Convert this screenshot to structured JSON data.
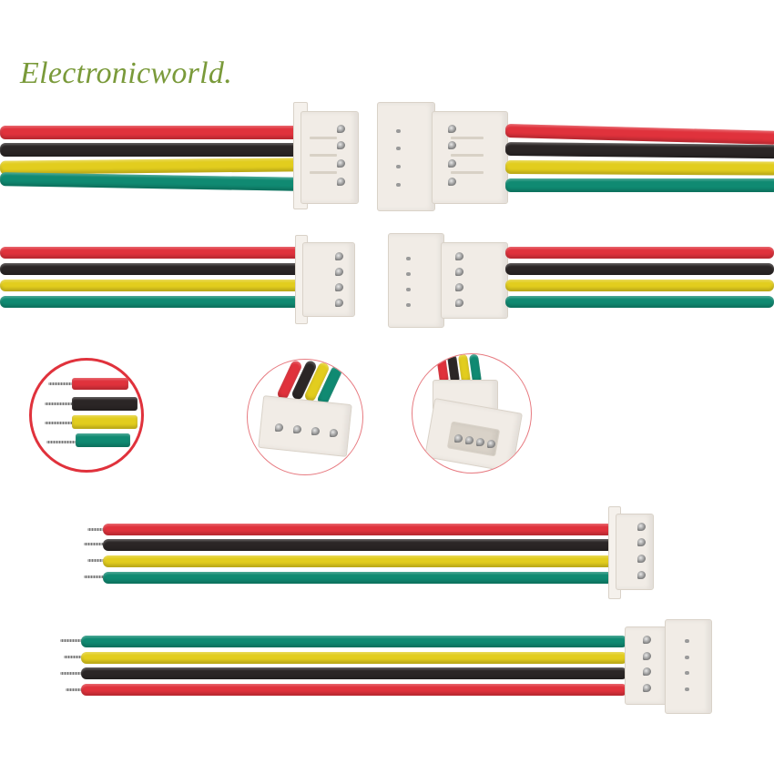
{
  "watermark": {
    "text": "Electronicworld."
  },
  "product": {
    "description": "4-pin micro JST-style wire connector cables (male and female) with red, black, yellow and green wires",
    "pin_count": 4,
    "wire_colors": {
      "red": "#e0323c",
      "black": "#2b2626",
      "yellow": "#e2cd1e",
      "green": "#108a72"
    },
    "housing_color": "#f1ece6",
    "accent_circle_color": "#e0323c"
  },
  "views": [
    {
      "id": "row1",
      "label": "mated pair large"
    },
    {
      "id": "row2",
      "label": "mated pair small"
    },
    {
      "id": "detail-stripped",
      "label": "stripped wire ends close-up"
    },
    {
      "id": "detail-female",
      "label": "female housing close-up"
    },
    {
      "id": "detail-male",
      "label": "male header close-up"
    },
    {
      "id": "row3",
      "label": "female cable with bare ends"
    },
    {
      "id": "row4",
      "label": "male cable with bare ends"
    }
  ]
}
